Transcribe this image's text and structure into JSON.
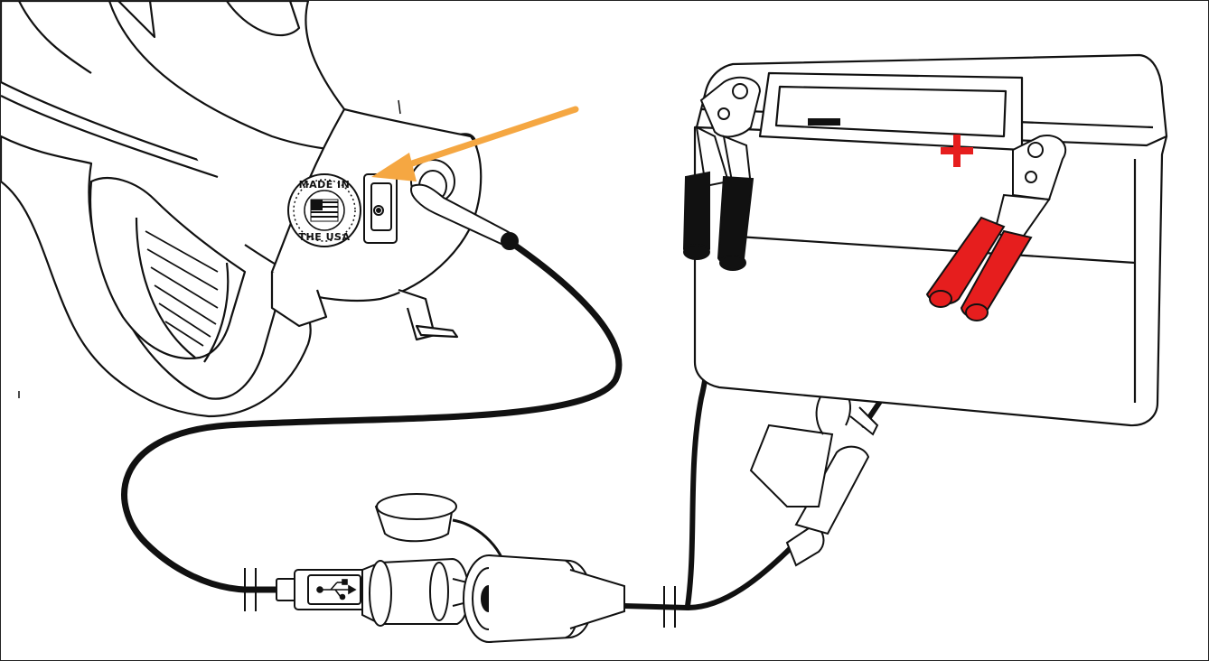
{
  "badge": {
    "line_top": "MADE IN",
    "line_bottom": "THE USA"
  },
  "battery": {
    "negative_symbol": "−",
    "positive_symbol": "+"
  },
  "colors": {
    "arrow": "#f5a742",
    "positive_clamp": "#e61e1e",
    "negative_clamp": "#111111",
    "cable": "#111111",
    "outline": "#111111"
  },
  "icons": {
    "usb": "usb-icon",
    "arrow": "pointer-arrow-icon",
    "badge": "made-in-usa-badge"
  }
}
